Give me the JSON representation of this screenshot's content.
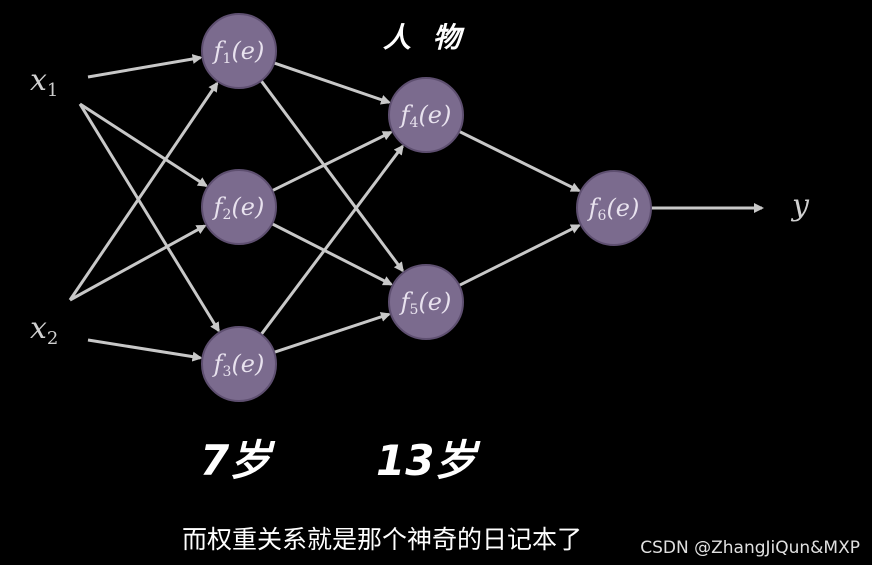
{
  "annotations": {
    "top_label": "人 物",
    "age_label_1": "7岁",
    "age_label_2": "13岁"
  },
  "subtitle": "而权重关系就是那个神奇的日记本了",
  "watermark": "CSDN @ZhangJiQun&MXP",
  "colors": {
    "node_fill": "#7b6b8e",
    "edge": "#c8c8c8",
    "background": "#000000"
  },
  "inputs": [
    {
      "id": "x1",
      "symbol": "x",
      "sub": "1"
    },
    {
      "id": "x2",
      "symbol": "x",
      "sub": "2"
    }
  ],
  "output": {
    "id": "y",
    "symbol": "y"
  },
  "nodes": [
    {
      "id": "f1",
      "fn": "f",
      "sub": "1",
      "arg": "(e)"
    },
    {
      "id": "f2",
      "fn": "f",
      "sub": "2",
      "arg": "(e)"
    },
    {
      "id": "f3",
      "fn": "f",
      "sub": "3",
      "arg": "(e)"
    },
    {
      "id": "f4",
      "fn": "f",
      "sub": "4",
      "arg": "(e)"
    },
    {
      "id": "f5",
      "fn": "f",
      "sub": "5",
      "arg": "(e)"
    },
    {
      "id": "f6",
      "fn": "f",
      "sub": "6",
      "arg": "(e)"
    }
  ],
  "edges": [
    [
      "x1",
      "f1"
    ],
    [
      "x1",
      "f2"
    ],
    [
      "x1",
      "f3"
    ],
    [
      "x2",
      "f1"
    ],
    [
      "x2",
      "f2"
    ],
    [
      "x2",
      "f3"
    ],
    [
      "f1",
      "f4"
    ],
    [
      "f1",
      "f5"
    ],
    [
      "f2",
      "f4"
    ],
    [
      "f2",
      "f5"
    ],
    [
      "f3",
      "f4"
    ],
    [
      "f3",
      "f5"
    ],
    [
      "f4",
      "f6"
    ],
    [
      "f5",
      "f6"
    ],
    [
      "f6",
      "y"
    ]
  ]
}
